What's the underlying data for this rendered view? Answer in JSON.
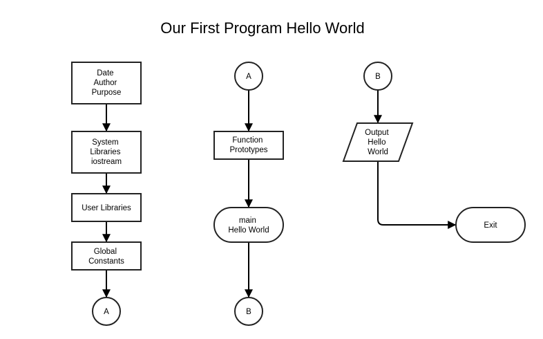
{
  "title": "Our First Program Hello World",
  "nodes": {
    "header": {
      "lines": [
        "Date",
        "Author",
        "Purpose"
      ]
    },
    "system_libs": {
      "lines": [
        "System",
        "Libraries",
        "iostream"
      ]
    },
    "user_libs": {
      "lines": [
        "User Libraries"
      ]
    },
    "globals": {
      "lines": [
        "Global",
        "Constants"
      ]
    },
    "connector_a1": {
      "lines": [
        "A"
      ]
    },
    "connector_a2": {
      "lines": [
        "A"
      ]
    },
    "prototypes": {
      "lines": [
        "Function",
        "Prototypes"
      ]
    },
    "main": {
      "lines": [
        "main",
        "Hello World"
      ]
    },
    "connector_b1": {
      "lines": [
        "B"
      ]
    },
    "connector_b2": {
      "lines": [
        "B"
      ]
    },
    "output": {
      "lines": [
        "Output",
        "Hello",
        "World"
      ]
    },
    "exit": {
      "lines": [
        "Exit"
      ]
    }
  },
  "colors": {
    "stroke": "#222222",
    "fill": "#ffffff",
    "text": "#000000"
  }
}
